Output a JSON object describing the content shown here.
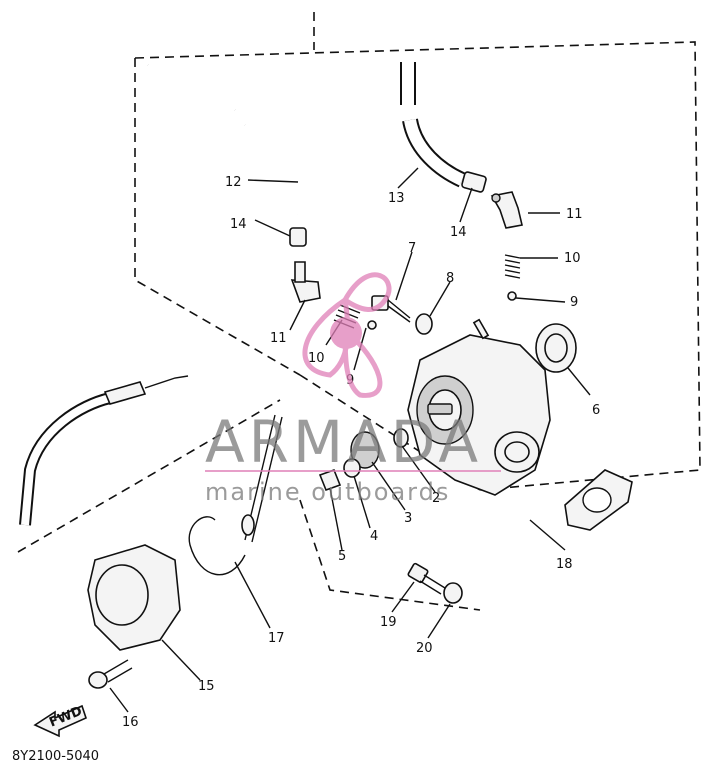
{
  "diagram": {
    "callouts": {
      "c2": "2",
      "c3": "3",
      "c4": "4",
      "c5": "5",
      "c6": "6",
      "c7": "7",
      "c8": "8",
      "c9a": "9",
      "c9b": "9",
      "c10a": "10",
      "c10b": "10",
      "c11a": "11",
      "c11b": "11",
      "c12": "12",
      "c13": "13",
      "c14a": "14",
      "c14b": "14",
      "c15": "15",
      "c16": "16",
      "c17": "17",
      "c18": "18",
      "c19": "19",
      "c20": "20"
    },
    "fwd_label": "FWD",
    "diagram_code": "8Y2100-5040"
  },
  "watermark": {
    "brand": "ARMADA",
    "tagline": "marine outboards",
    "brand_color": "#e080b8"
  }
}
